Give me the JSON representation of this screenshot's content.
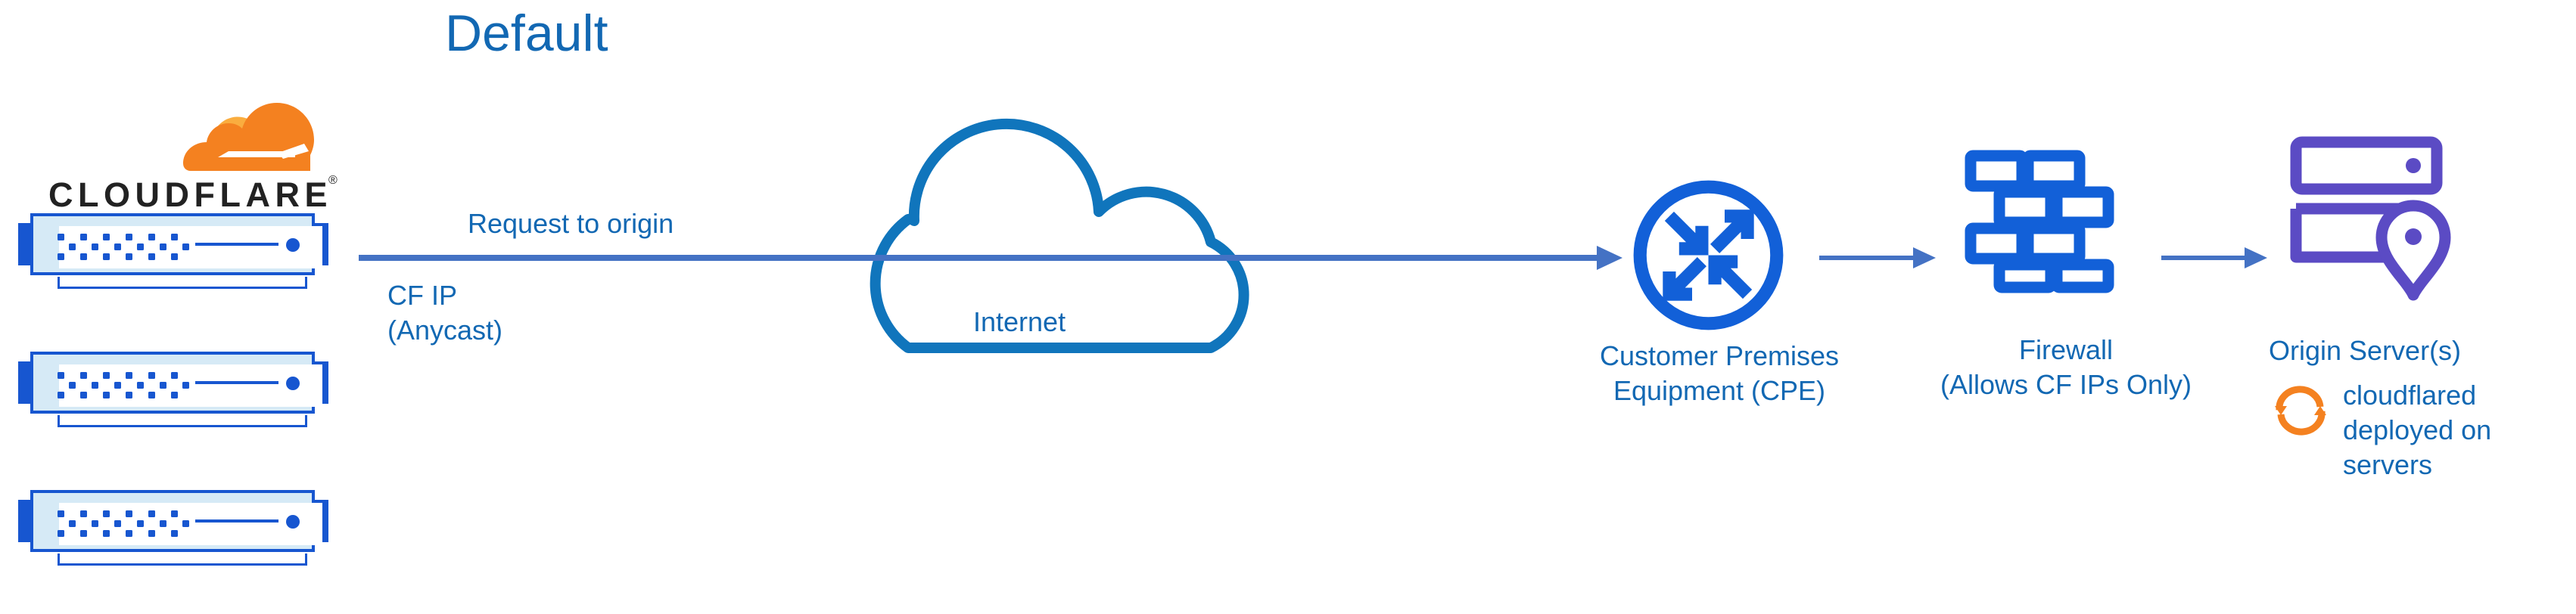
{
  "title": "Default",
  "colors": {
    "title_blue": "#1268b3",
    "label_blue": "#1268b3",
    "arrow_blue": "#4472c4",
    "icon_blue": "#1260d8",
    "cloud_blue": "#1075bc",
    "rack_blue": "#1756d0",
    "rack_panel": "#d6eaf6",
    "origin_purple": "#5b4bc4",
    "cloudflare_orange": "#f48120",
    "cloudflare_orange_light": "#faad3f",
    "wordmark_dark": "#222222"
  },
  "brand": {
    "logo_icon": "cloudflare-cloud-logo",
    "wordmark": "CLOUDFLARE",
    "registered_mark": "®"
  },
  "racks": [
    {
      "name": "cloudflare-edge-server-1",
      "led_rows": 3,
      "led_cols": 6
    },
    {
      "name": "cloudflare-edge-server-2",
      "led_rows": 3,
      "led_cols": 6
    },
    {
      "name": "cloudflare-edge-server-3",
      "led_rows": 3,
      "led_cols": 6
    }
  ],
  "flow": {
    "request_label": "Request to origin",
    "cf_ip_line1": "CF IP",
    "cf_ip_line2": "(Anycast)"
  },
  "nodes": {
    "internet": {
      "label": "Internet",
      "icon": "cloud-outline-icon"
    },
    "cpe": {
      "label_line1": "Customer Premises",
      "label_line2": "Equipment (CPE)",
      "icon": "router-four-arrows-icon"
    },
    "firewall": {
      "label_line1": "Firewall",
      "label_line2": "(Allows CF IPs Only)",
      "icon": "brick-wall-icon"
    },
    "origin": {
      "label": "Origin Server(s)",
      "icon": "server-location-pin-icon",
      "note_icon": "sync-arrows-icon",
      "note_line1": "cloudflared",
      "note_line2": "deployed on",
      "note_line3": "servers"
    }
  }
}
